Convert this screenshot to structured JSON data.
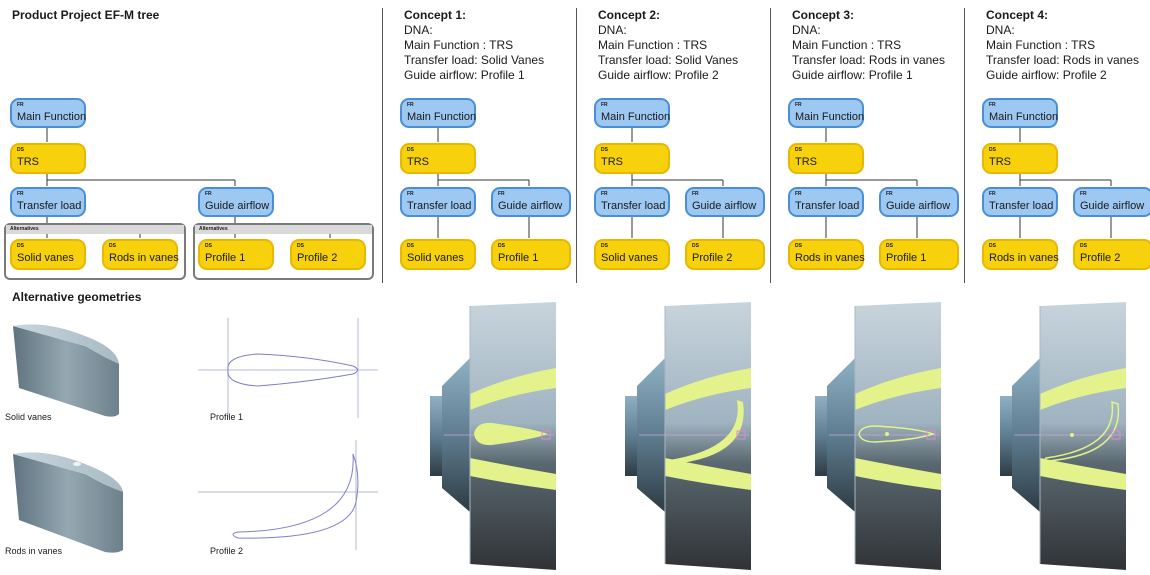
{
  "tree": {
    "title": "Product Project EF-M tree",
    "fr_tag": "FR",
    "ds_tag": "DS",
    "alt_tag": "Alternatives",
    "main_function": "Main Function",
    "trs": "TRS",
    "transfer_load": "Transfer load",
    "guide_airflow": "Guide airflow",
    "solid_vanes": "Solid vanes",
    "rods_in_vanes": "Rods in vanes",
    "profile1": "Profile 1",
    "profile2": "Profile 2"
  },
  "concepts": [
    {
      "title": "Concept 1:",
      "dna": "DNA:",
      "main": "Main Function : TRS",
      "transfer": "Transfer load: Solid Vanes",
      "guide": "Guide airflow: Profile 1",
      "ds_left": "Solid vanes",
      "ds_right": "Profile 1"
    },
    {
      "title": "Concept 2:",
      "dna": "DNA:",
      "main": "Main Function : TRS",
      "transfer": "Transfer load: Solid Vanes",
      "guide": "Guide airflow: Profile 2",
      "ds_left": "Solid vanes",
      "ds_right": "Profile 2"
    },
    {
      "title": "Concept 3:",
      "dna": "DNA:",
      "main": "Main Function : TRS",
      "transfer": "Transfer load: Rods in vanes",
      "guide": "Guide airflow: Profile 1",
      "ds_left": "Rods in vanes",
      "ds_right": "Profile 1"
    },
    {
      "title": "Concept 4:",
      "dna": "DNA:",
      "main": "Main Function : TRS",
      "transfer": "Transfer load: Rods in vanes",
      "guide": "Guide airflow: Profile 2",
      "ds_left": "Rods in vanes",
      "ds_right": "Profile 2"
    }
  ],
  "geometries": {
    "title": "Alternative geometries",
    "solid_vanes": "Solid vanes",
    "profile1": "Profile 1",
    "rods_in_vanes": "Rods in vanes",
    "profile2": "Profile 2"
  },
  "colors": {
    "fr_fill": "#9cc8f2",
    "fr_border": "#4a8fd6",
    "ds_fill": "#f6d10c",
    "ds_border": "#e8b800",
    "vane_green": "#e3f28a"
  }
}
